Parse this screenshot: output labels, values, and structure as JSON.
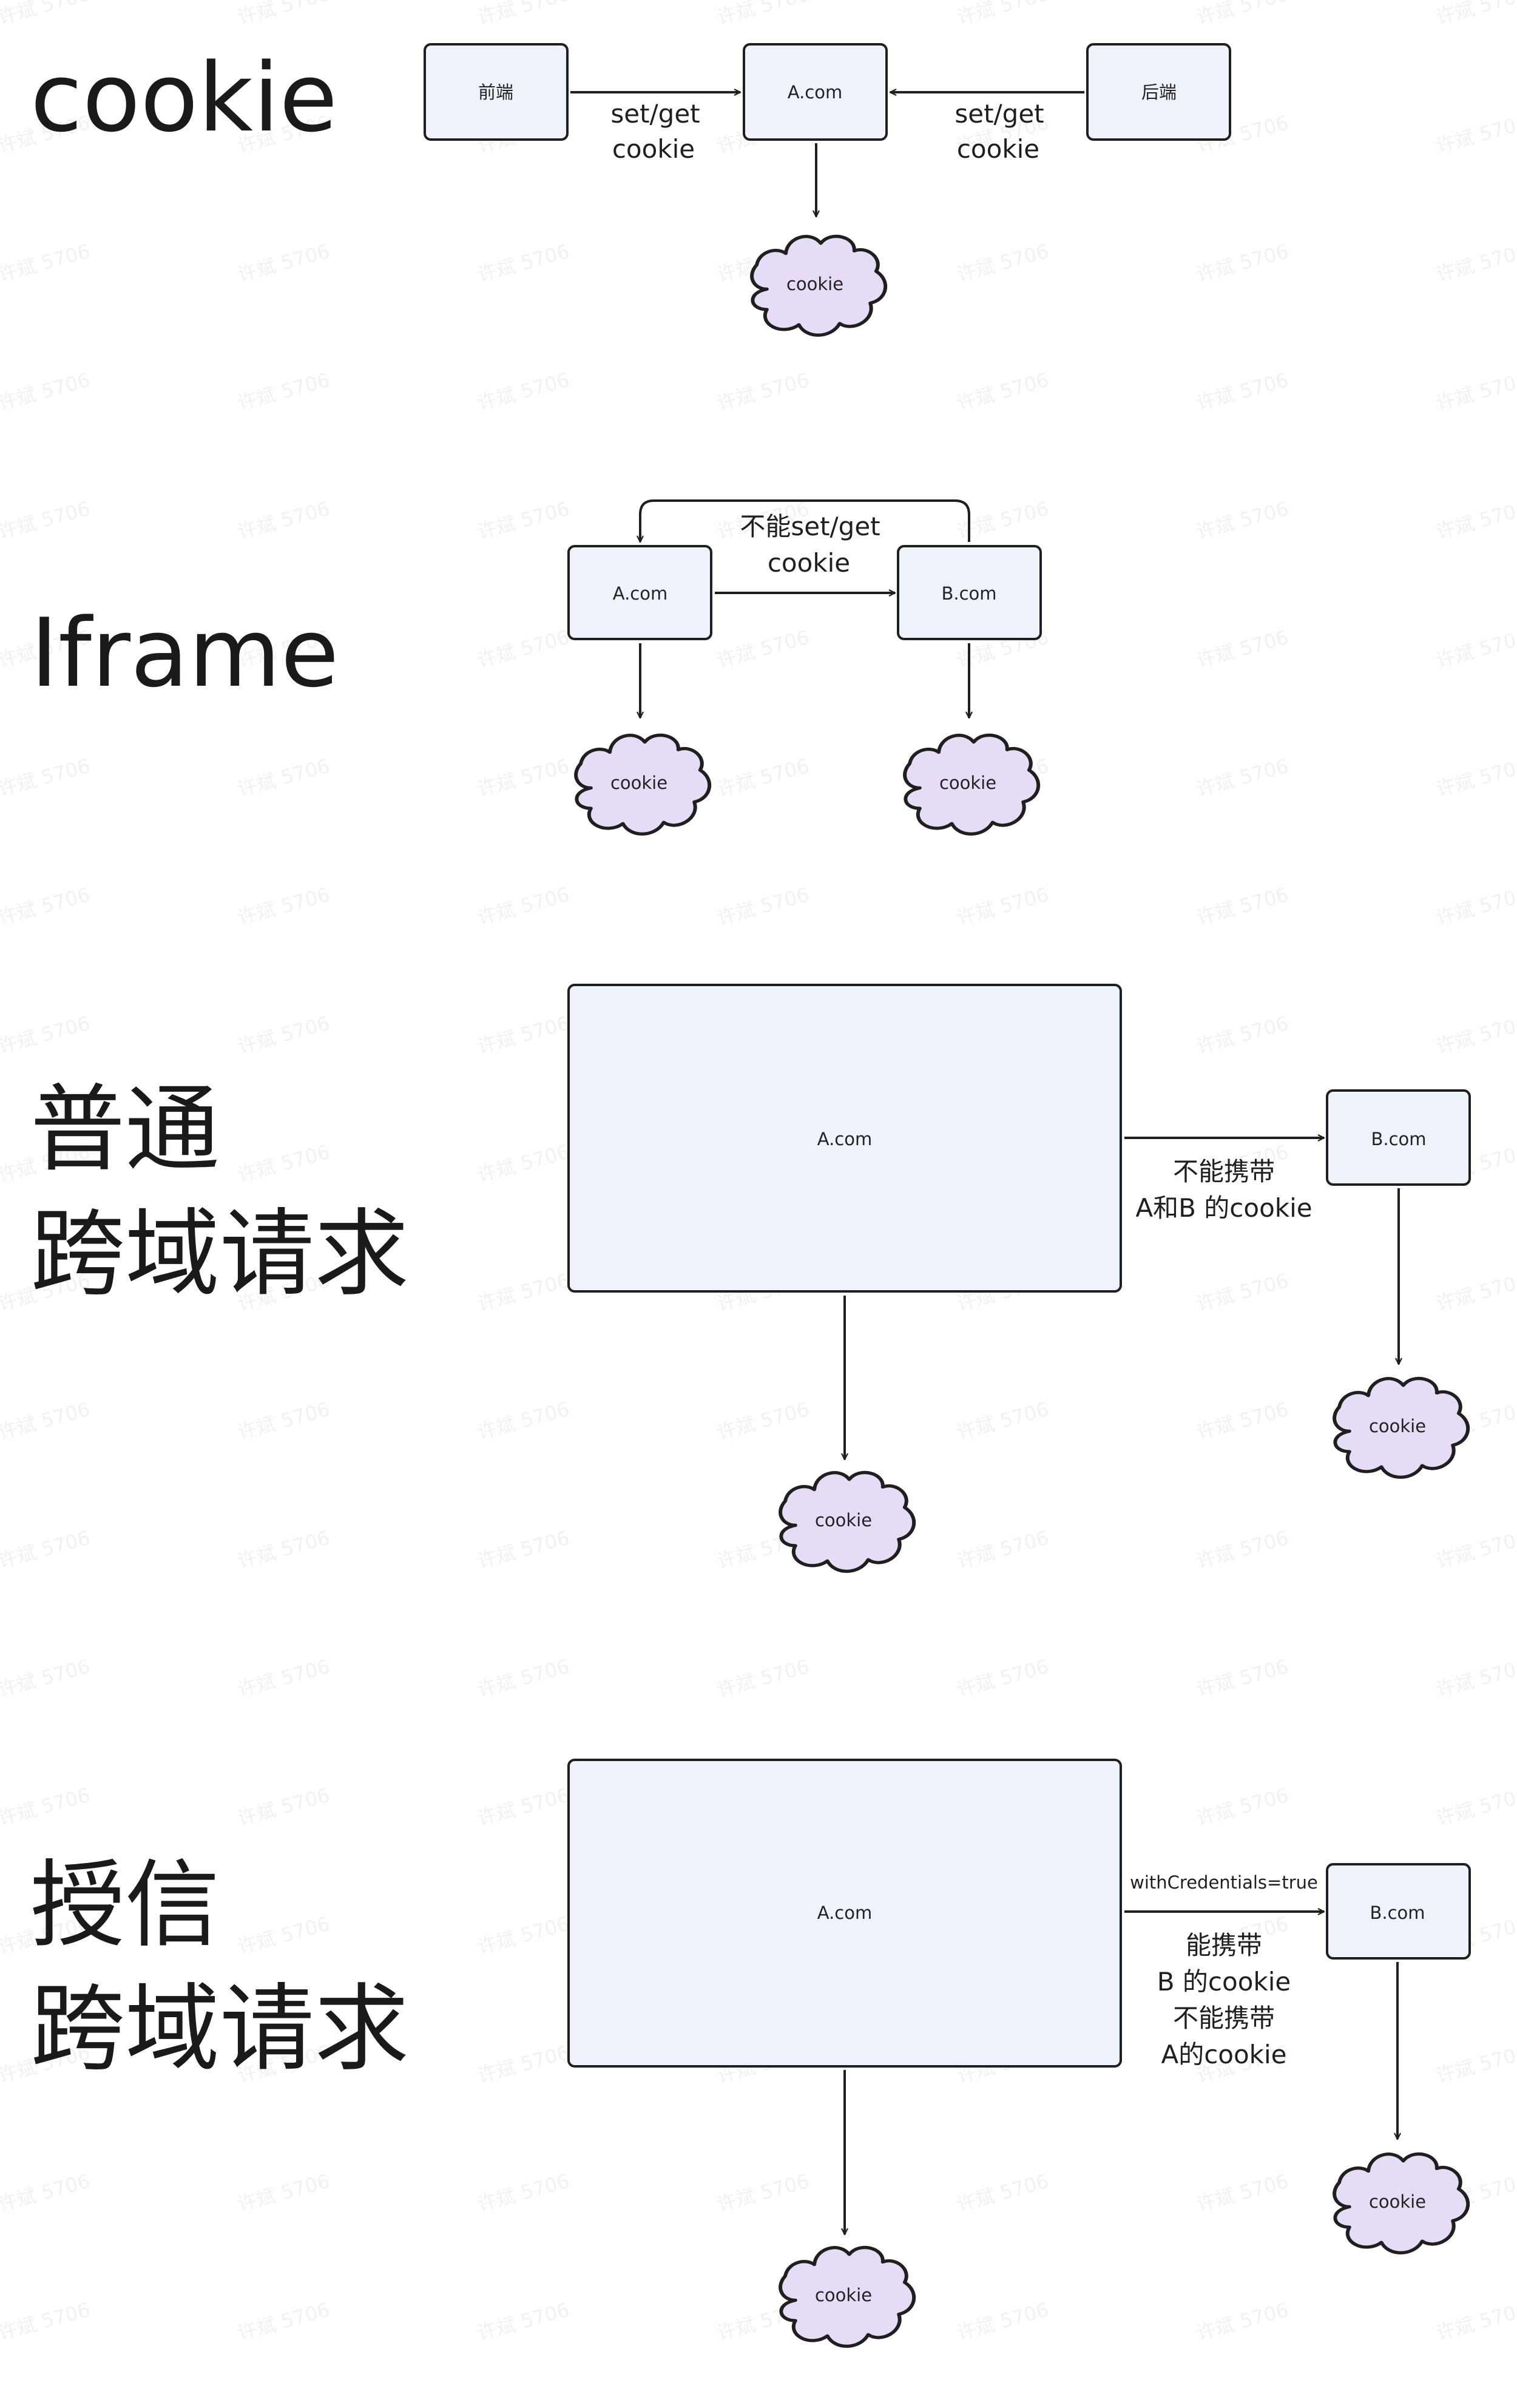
{
  "watermark": "许斌 5706",
  "sections": {
    "cookie": {
      "title": "cookie",
      "nodes": {
        "frontend": "前端",
        "a": "A.com",
        "backend": "后端",
        "cloud": "cookie"
      },
      "edge_left": [
        "set/get",
        "cookie"
      ],
      "edge_right": [
        "set/get",
        "cookie"
      ]
    },
    "iframe": {
      "title": "Iframe",
      "nodes": {
        "a": "A.com",
        "b": "B.com",
        "cloud_a": "cookie",
        "cloud_b": "cookie"
      },
      "edge_label": [
        "不能set/get",
        "cookie"
      ]
    },
    "normal": {
      "title": [
        "普通",
        "跨域请求"
      ],
      "nodes": {
        "a": "A.com",
        "b": "B.com",
        "cloud_a": "cookie",
        "cloud_b": "cookie"
      },
      "edge_label": [
        "不能携带",
        "A和B 的cookie"
      ]
    },
    "credentials": {
      "title": [
        "授信",
        "跨域请求"
      ],
      "nodes": {
        "a": "A.com",
        "b": "B.com",
        "cloud_a": "cookie",
        "cloud_b": "cookie"
      },
      "edge_top": "withCredentials=true",
      "edge_label": [
        "能携带",
        "B 的cookie",
        "不能携带",
        "A的cookie"
      ]
    }
  }
}
